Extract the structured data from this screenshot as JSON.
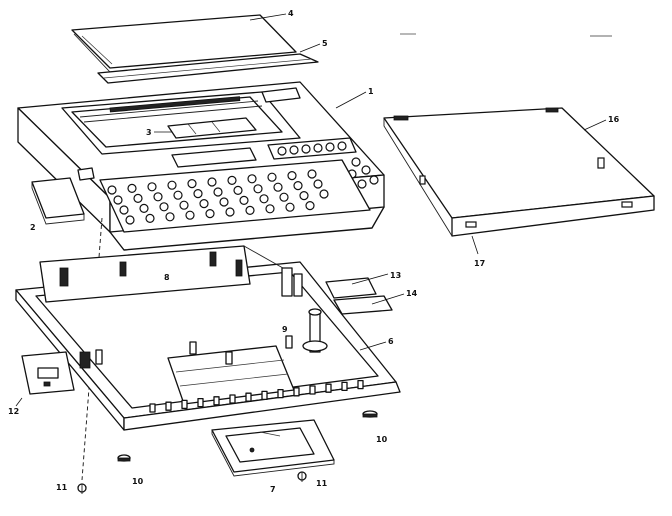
{
  "callouts": [
    {
      "id": "c1",
      "text": "1"
    },
    {
      "id": "c2",
      "text": "2"
    },
    {
      "id": "c3",
      "text": "3"
    },
    {
      "id": "c4",
      "text": "4"
    },
    {
      "id": "c5",
      "text": "5"
    },
    {
      "id": "c6",
      "text": "6"
    },
    {
      "id": "c7",
      "text": "7"
    },
    {
      "id": "c8",
      "text": "8"
    },
    {
      "id": "c9",
      "text": "9"
    },
    {
      "id": "c10a",
      "text": "10"
    },
    {
      "id": "c10b",
      "text": "10"
    },
    {
      "id": "c11a",
      "text": "11"
    },
    {
      "id": "c11b",
      "text": "11"
    },
    {
      "id": "c12",
      "text": "12"
    },
    {
      "id": "c13",
      "text": "13"
    },
    {
      "id": "c14",
      "text": "14"
    },
    {
      "id": "c16",
      "text": "16"
    },
    {
      "id": "c17",
      "text": "17"
    }
  ]
}
